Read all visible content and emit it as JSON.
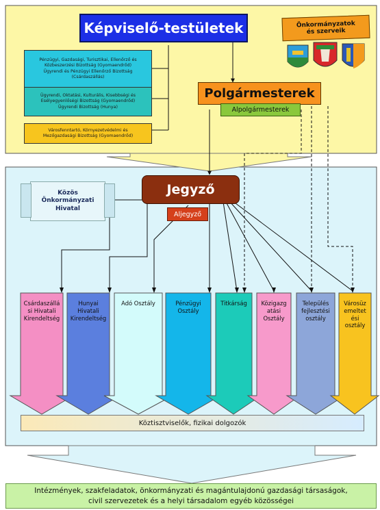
{
  "top": {
    "council_title": "Képviselő-testületek",
    "local_gov_label": "Önkormányzatok\nés szerveik",
    "committees": [
      "Pénzügyi, Gazdasági, Turisztikai, Ellenőrző és\nKözbeszerzési Bizottság (Gyomaendrőd)\nÜgyrendi és Pénzügyi Ellenőrző Bizottság\n(Csárdaszállás)",
      "Ügyrendi, Oktatási, Kulturális, Kisebbségi és\nEsélyegyenlőségi Bizottság (Gyomaendrőd)\nÜgyrendi Bizottság (Hunya)",
      "Városfenntartó, Környezetvédelmi és\nMezőgazdasági Bizottság (Gyomaendrőd)"
    ],
    "mayors": "Polgármesterek",
    "deputy_mayors": "Alpolgármesterek"
  },
  "office": {
    "joint_office": "Közös\nÖnkormányzati\nHivatal",
    "notary": "Jegyző",
    "deputy_notary": "Aljegyző"
  },
  "departments": [
    "Csárdaszállá\nsi Hivatali\nKirendeltség",
    "Hunyai\nHivatali\nKirendeltség",
    "Adó Osztály",
    "Pénzügyi\nOsztály",
    "Titkárság",
    "Közigazg\natási\nOsztály",
    "Település\nfejlesztési\nosztály",
    "Városüz\nemeltet\nési\nosztály"
  ],
  "employees": "Köztisztviselők, fizikai dolgozók",
  "bottom": "Intézmények, szakfeladatok, önkormányzati és magántulajdonú gazdasági társaságok,\ncivil szervezetek és a helyi társadalom egyéb közösségei",
  "colors": {
    "top_bg": "#fdf7a6",
    "office_bg": "#dcf4fa",
    "council_blue": "#1c2fe6",
    "mayor_orange": "#f7921e",
    "deputy_green": "#8ac83c",
    "notary_brown": "#8b2f0f",
    "deputy_notary_red": "#d5401b",
    "dept_colors": [
      "#f48fc4",
      "#5b7fde",
      "#d3fbfb",
      "#14b6ea",
      "#1ccbb9",
      "#f79acb",
      "#8da6d9",
      "#f8c31f"
    ]
  },
  "icons": [
    "coat-of-arms-gyomaendrod-icon",
    "coat-of-arms-hunya-icon",
    "coat-of-arms-csardaszallas-icon"
  ]
}
